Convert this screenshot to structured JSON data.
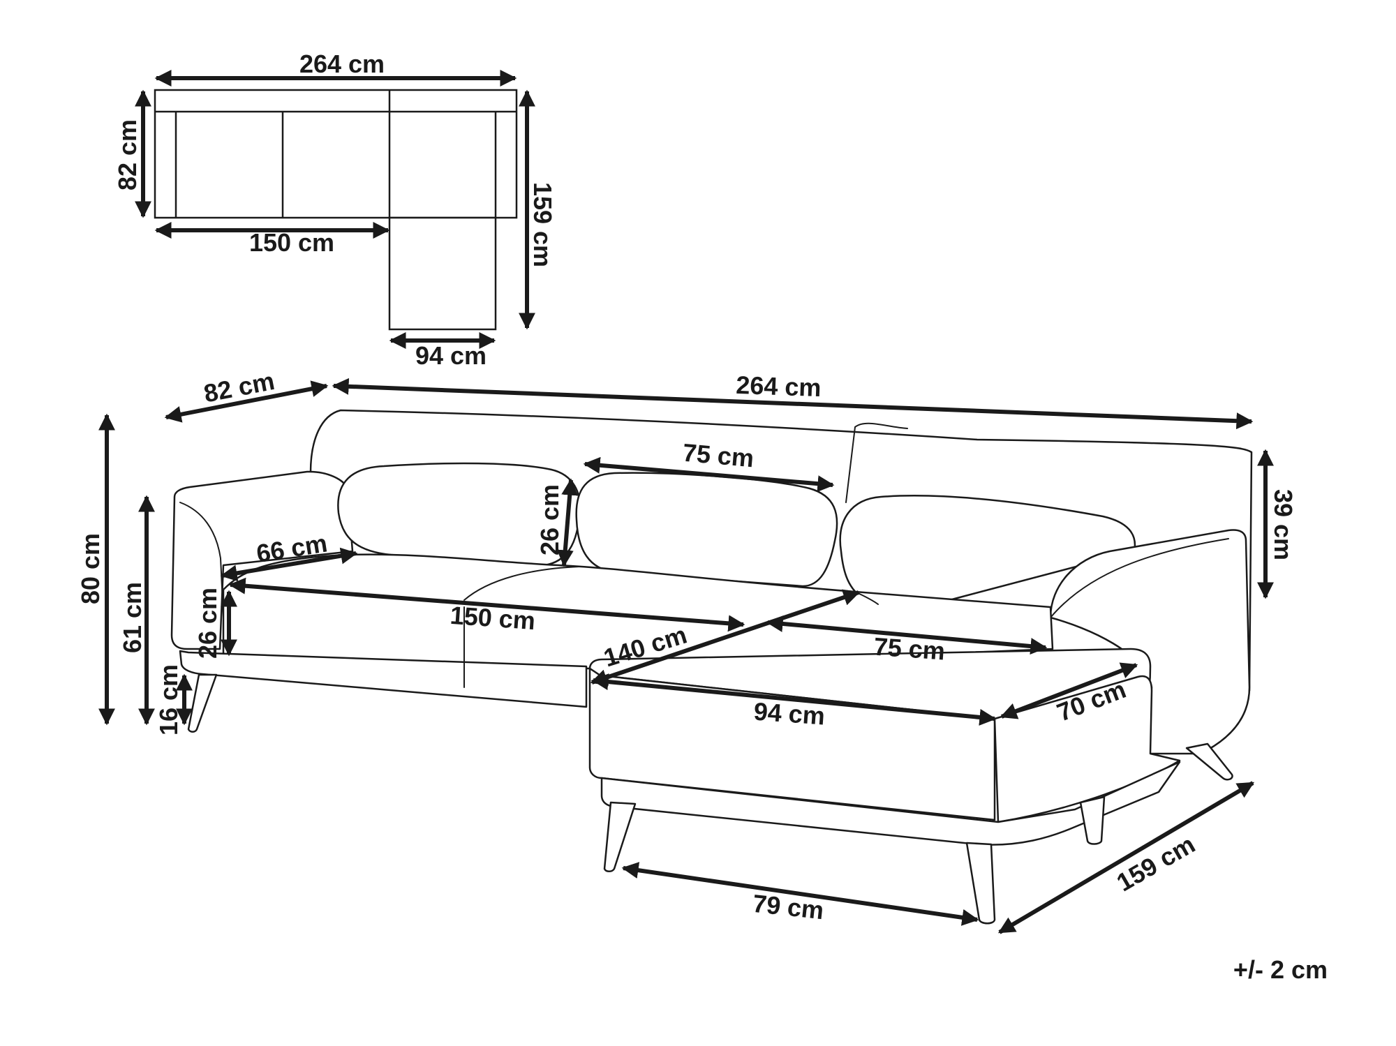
{
  "plan_view": {
    "total_width": "264 cm",
    "seat_depth": "82 cm",
    "sofa_width": "150 cm",
    "total_depth": "159 cm",
    "chaise_width": "94 cm"
  },
  "perspective_view": {
    "depth": "82 cm",
    "total_width": "264 cm",
    "total_height": "80 cm",
    "armrest_height": "61 cm",
    "leg_height": "16 cm",
    "seat_cushion_height": "26 cm",
    "seat_depth": "66 cm",
    "cushion_width": "75 cm",
    "cushion_height": "26 cm",
    "backrest_height": "39 cm",
    "seat_width": "150 cm",
    "chaise_length": "140 cm",
    "chaise_seat_width": "75 cm",
    "chaise_front_width": "94 cm",
    "chaise_seat_depth": "70 cm",
    "leg_spacing": "79 cm",
    "chaise_total_depth": "159 cm"
  },
  "tolerance": "+/- 2 cm",
  "colors": {
    "ink": "#1a1a1a",
    "background": "#ffffff"
  }
}
